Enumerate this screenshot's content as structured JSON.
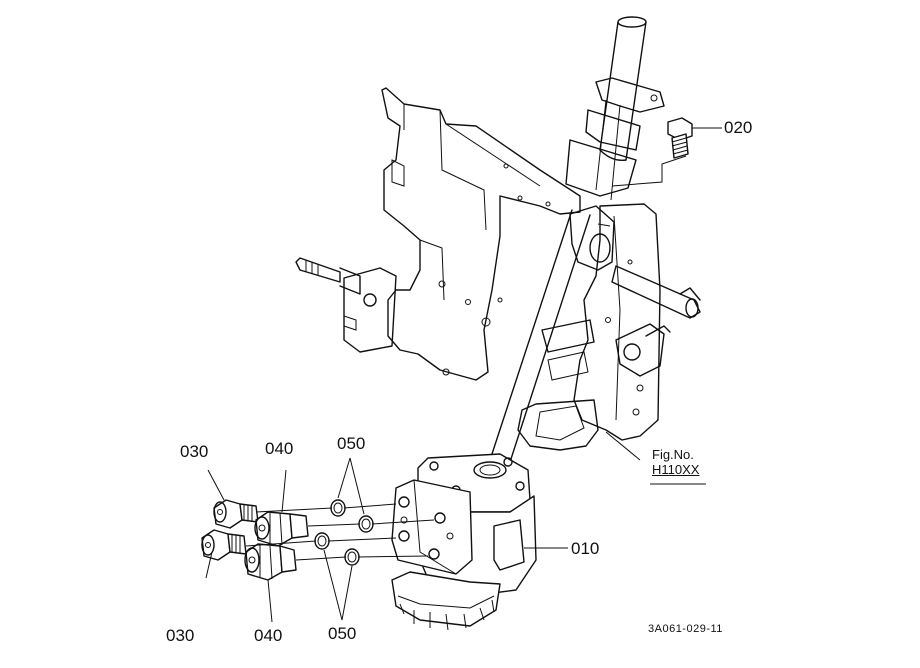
{
  "callouts": {
    "part_020": "020",
    "part_010": "010",
    "part_030_top": "030",
    "part_030_bottom": "030",
    "part_040_top": "040",
    "part_040_bottom": "040",
    "part_050_top": "050",
    "part_050_bottom": "050"
  },
  "figure_ref": {
    "label": "Fig.No.",
    "code": "H110XX"
  },
  "document_number": "3A061-029-11"
}
